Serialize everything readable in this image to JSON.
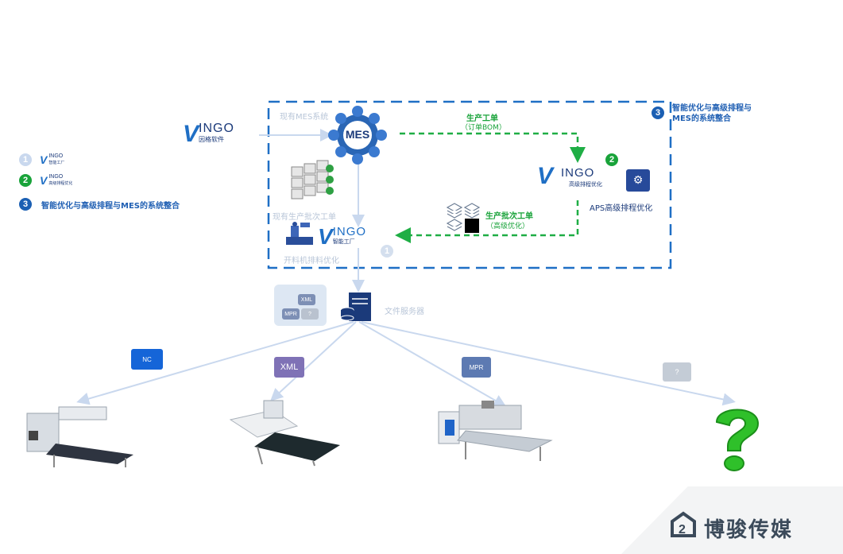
{
  "header": {
    "system_integration_title": "智能优化与高级排程与MES的系统整合"
  },
  "legend": {
    "item1": {
      "number": "1",
      "brand": "INGO",
      "sub": "智能工厂"
    },
    "item2": {
      "number": "2",
      "brand": "INGO",
      "sub": "高级排程优化"
    },
    "item3": {
      "number": "3",
      "text": "智能优化与高级排程与MES的系统整合"
    }
  },
  "ingo_software": {
    "brand": "INGO",
    "sub": "因格软件"
  },
  "mes": {
    "label": "MES",
    "existing_label": "现有MES系统"
  },
  "flows": {
    "work_order": "生产工单",
    "work_order_sub": "（订单BOM）",
    "batch_order": "生产批次工单",
    "batch_order_sub": "（高级优化）",
    "existing_batch": "现有生产批次工单"
  },
  "aps": {
    "number": "2",
    "brand": "INGO",
    "sub": "高级排程优化",
    "label": "APS高级排程优化"
  },
  "factory": {
    "number": "1",
    "brand": "INGO",
    "sub": "智能工厂",
    "label": "开料机排料优化"
  },
  "file_server": {
    "label": "文件服务器",
    "folder_xml": "XML",
    "folder_mpr": "MPR",
    "folder_q": "?"
  },
  "machines": {
    "nc": "NC",
    "xml": "XML",
    "mpr": "MPR",
    "unknown": "?"
  },
  "watermark": {
    "text": "博骏传媒"
  },
  "colors": {
    "blue": "#1f6fc5",
    "green": "#19a33a",
    "dashed_green": "#1fae45",
    "light_blue": "#c9d8ee",
    "navy": "#1b3a7a"
  }
}
